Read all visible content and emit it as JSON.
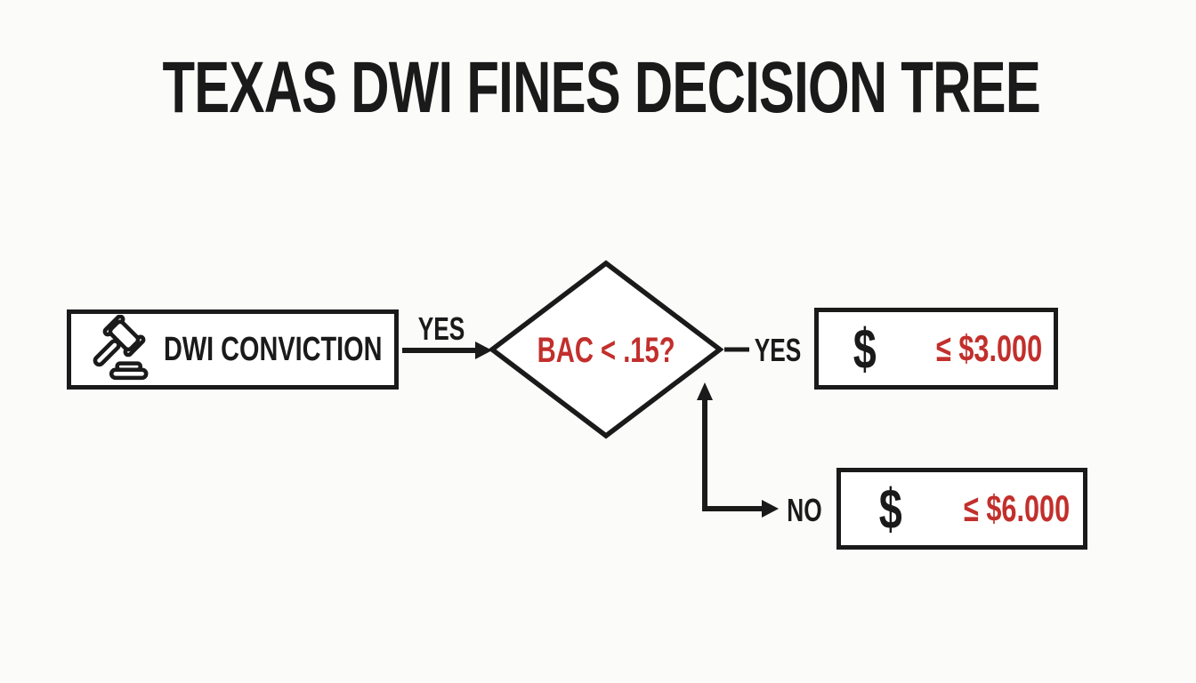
{
  "colors": {
    "background": "#fbfbfa",
    "ink": "#1a1a1a",
    "accent_red": "#c22f2c"
  },
  "title": "TEXAS DWI FINES DECISION TREE",
  "flowchart": {
    "start": {
      "label": "DWI CONVICTION",
      "icon": "gavel-icon"
    },
    "decision": {
      "question": "BAC < .15?"
    },
    "edges": {
      "start_to_decision": "YES",
      "decision_yes": "YES",
      "decision_no": "NO"
    },
    "outcomes": {
      "low": {
        "currency": "$",
        "amount": "≤ $3.000"
      },
      "high": {
        "currency": "$",
        "amount": "≤ $6.000"
      }
    }
  }
}
